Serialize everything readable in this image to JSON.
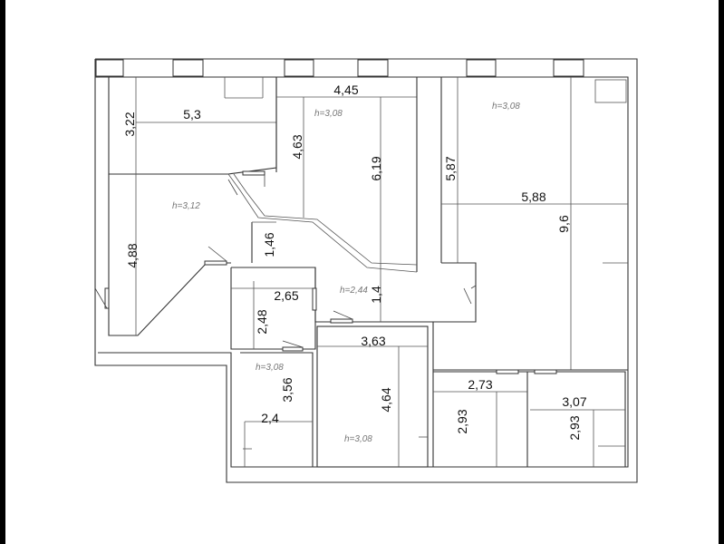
{
  "plan": {
    "dimensions": {
      "d_5_3": "5,3",
      "d_3_22": "3,22",
      "d_4_45": "4,45",
      "d_4_63": "4,63",
      "d_6_19": "6,19",
      "d_5_87": "5,87",
      "d_5_88": "5,88",
      "d_9_6": "9,6",
      "d_4_88": "4,88",
      "d_1_46": "1,46",
      "d_2_65": "2,65",
      "d_2_48": "2,48",
      "d_1_4": "1,4",
      "d_3_63": "3,63",
      "d_3_56": "3,56",
      "d_2_4": "2,4",
      "d_4_64": "4,64",
      "d_2_73": "2,73",
      "d_2_93_a": "2,93",
      "d_3_07": "3,07",
      "d_2_93_b": "2,93"
    },
    "heights": {
      "h_308_a": "h=3,08",
      "h_308_b": "h=3,08",
      "h_312": "h=3,12",
      "h_244": "h=2,44",
      "h_308_c": "h=3,08",
      "h_308_d": "h=3,08"
    }
  }
}
